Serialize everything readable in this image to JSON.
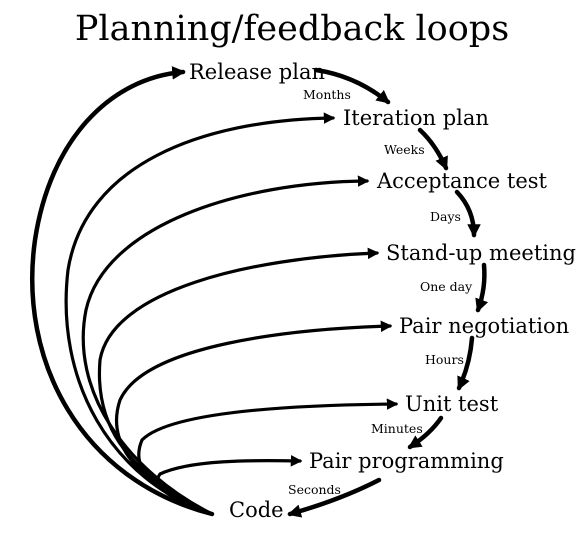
{
  "diagram": {
    "title": "Planning/feedback loops",
    "stages": [
      "Release plan",
      "Iteration plan",
      "Acceptance test",
      "Stand-up meeting",
      "Pair negotiation",
      "Unit test",
      "Pair programming",
      "Code"
    ],
    "durations": [
      "Months",
      "Weeks",
      "Days",
      "One day",
      "Hours",
      "Minutes",
      "Seconds"
    ],
    "colors": {
      "ink": "#000000",
      "background": "#ffffff"
    }
  }
}
